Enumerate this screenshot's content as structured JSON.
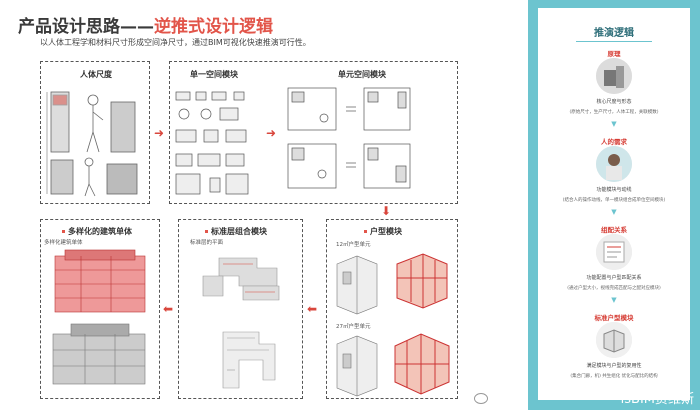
{
  "header": {
    "title_main": "产品设计思路——",
    "title_em": "逆推式设计逻辑",
    "subtitle": "以人体工程学和材料尺寸形成空间净尺寸，通过BIM可视化快速推演可行性。"
  },
  "boxes": {
    "human": {
      "label": "人体尺度"
    },
    "single": {
      "label": "单一空间模块"
    },
    "unit": {
      "label": "单元空间模块"
    },
    "diverse": {
      "label": "多样化的建筑单体",
      "note": "多样化建筑单体"
    },
    "standard": {
      "label": "标准层组合模块",
      "note": "标准层的平面"
    },
    "unittype": {
      "label": "户型模块",
      "note_a": "12㎡户型单元",
      "note_b": "27㎡户型单元"
    }
  },
  "panel": {
    "title": "推演逻辑",
    "steps": [
      {
        "label": "原理",
        "line1": "核心尺度与形态",
        "line2": "(原始尺寸，生产尺寸，人体工程，关联模数)"
      },
      {
        "label": "人的需求",
        "line1": "功能模块与动线",
        "line2": "(结合人的操作动线，单一模块组合成单位空间模块)"
      },
      {
        "label": "组配关系",
        "line1": "功能配置与户型匹配关系",
        "line2": "(通过户型大小，视线完成匹配与之配对应模块)"
      },
      {
        "label": "标准户型模块",
        "line1": "满足模块与户型的复用性",
        "line2": "(集合门廊，机) 共生组化 优化与配比的结构"
      }
    ]
  },
  "watermark": "isBIM贾维斯",
  "colors": {
    "accent": "#e2554a",
    "panel_bg": "#6cc4cf"
  }
}
